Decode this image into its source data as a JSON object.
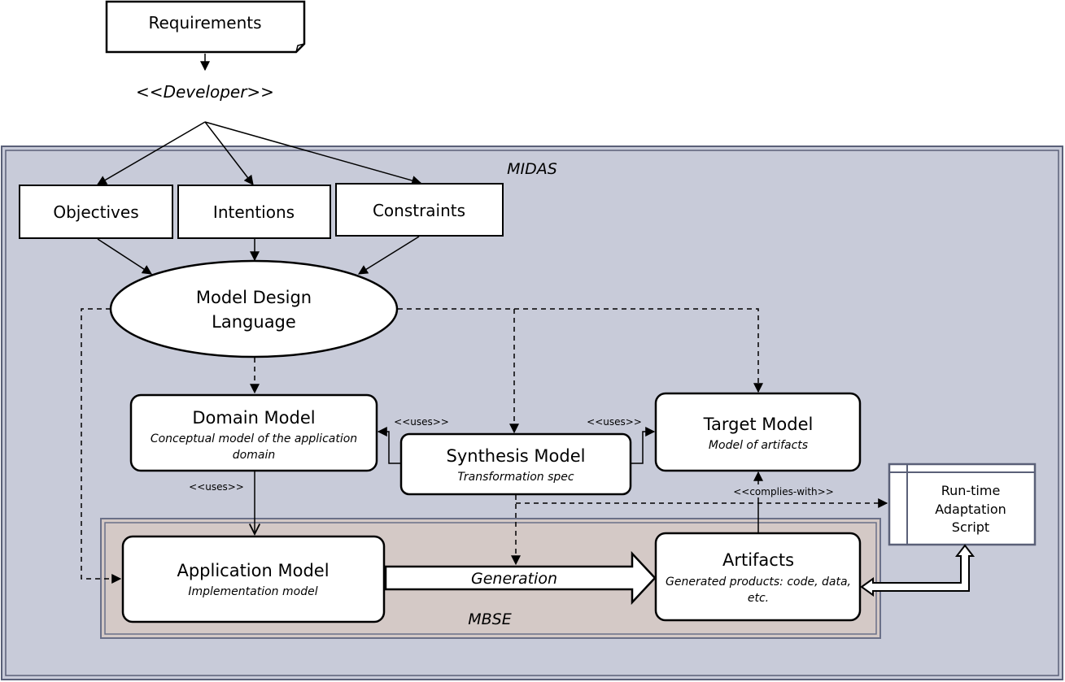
{
  "requirements": "Requirements",
  "developer": "<<Developer>>",
  "midas": "MIDAS",
  "mbse": "MBSE",
  "objectives": "Objectives",
  "intentions": "Intentions",
  "constraints": "Constraints",
  "mdl": {
    "line1": "Model Design",
    "line2": "Language"
  },
  "domain_model": {
    "title": "Domain Model",
    "sub1": "Conceptual model of the application",
    "sub2": "domain"
  },
  "synthesis_model": {
    "title": "Synthesis Model",
    "sub": "Transformation spec"
  },
  "target_model": {
    "title": "Target Model",
    "sub": "Model of artifacts"
  },
  "application_model": {
    "title": "Application Model",
    "sub": "Implementation model"
  },
  "artifacts": {
    "title": "Artifacts",
    "sub1": "Generated products: code, data,",
    "sub2": "etc."
  },
  "script": {
    "line1": "Run-time",
    "line2": "Adaptation",
    "line3": "Script"
  },
  "labels": {
    "uses_left": "<<uses>>",
    "uses_right": "<<uses>>",
    "uses_domain": "<<uses>>",
    "complies": "<<complies-with>>",
    "generation": "Generation"
  },
  "colors": {
    "midas_bg": "#c8cbd9",
    "midas_border": "#5a6078",
    "mbse_bg": "#d4c9c6",
    "mbse_border": "#6a7088"
  }
}
